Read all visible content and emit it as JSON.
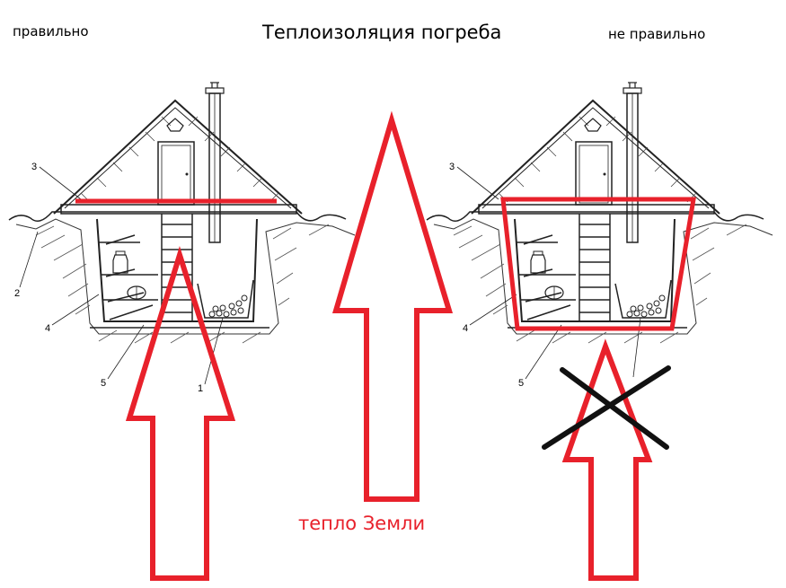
{
  "title": "Теплоизоляция погреба",
  "label_correct": "правильно",
  "label_wrong": "не правильно",
  "heat_label": "тепло Земли",
  "callouts": [
    "1",
    "2",
    "3",
    "4",
    "5"
  ],
  "colors": {
    "arrow": "#e8212b",
    "insulation": "#e8212b",
    "cross": "#111111",
    "line": "#222222"
  }
}
